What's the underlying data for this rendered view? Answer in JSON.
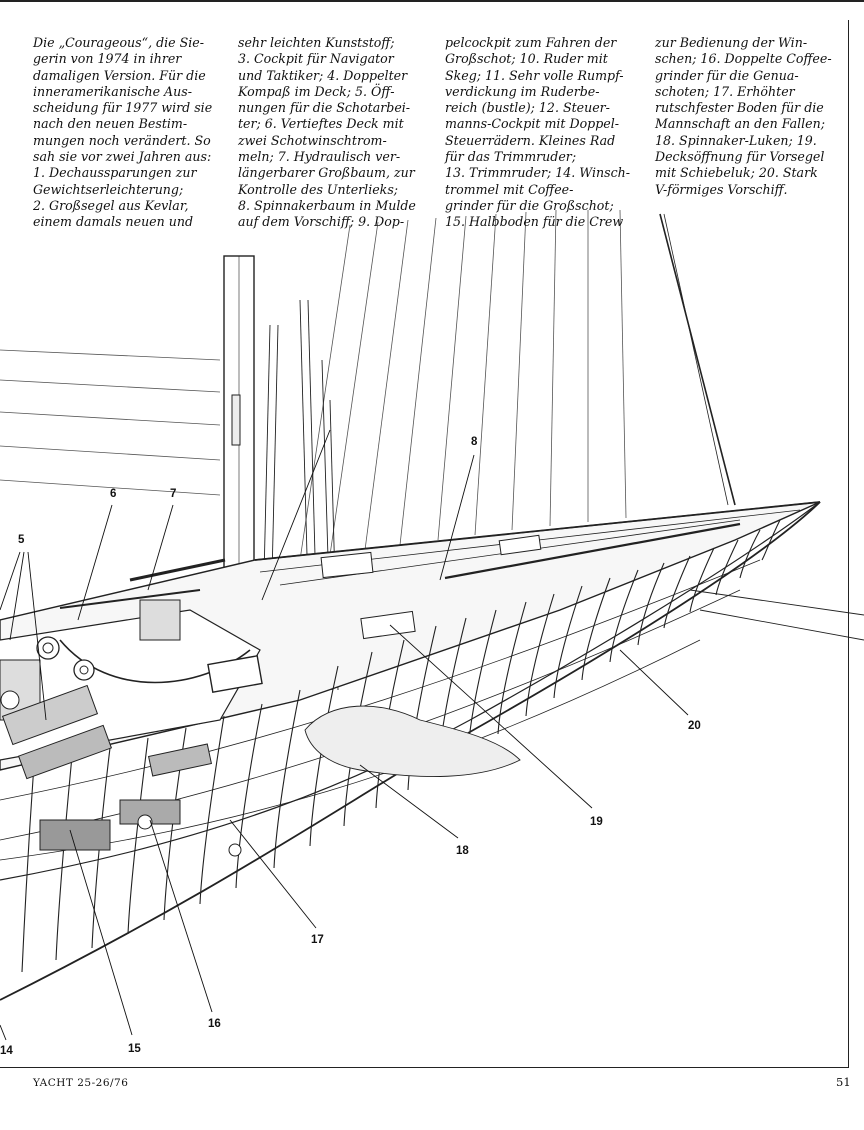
{
  "caption": {
    "col1": "Die „Courageous“, die Sie-\ngerin von 1974 in ihrer\ndamaligen Version. Für die\ninneramerikanische Aus-\nscheidung für 1977 wird sie\nnach den neuen Bestim-\nmungen noch verändert. So\nsah sie vor zwei Jahren aus:\n1. Dechaussparungen zur\nGewichtserleichterung;\n2. Großsegel aus Kevlar,\neinem damals neuen und",
    "col2": "sehr leichten Kunststoff;\n3. Cockpit für Navigator\nund Taktiker; 4. Doppelter\nKompaß im Deck; 5. Öff-\nnungen für die Schotarbei-\nter; 6. Vertieftes Deck mit\nzwei Schotwinschtrom-\nmeln; 7. Hydraulisch ver-\nlängerbarer Großbaum, zur\nKontrolle des Unterlieks;\n8. Spinnakerbaum in Mulde\nauf dem Vorschiff; 9. Dop-",
    "col3": "pelcockpit zum Fahren der\nGroßschot; 10. Ruder mit\nSkeg; 11. Sehr volle Rumpf-\nverdickung im Ruderbe-\nreich (bustle); 12. Steuer-\nmanns-Cockpit mit Doppel-\nSteuerrädern. Kleines Rad\nfür das Trimmruder;\n13. Trimmruder; 14. Winsch-\ntrommel mit Coffee-\ngrinder für die Großschot;\n15. Halbboden für die Crew",
    "col4": "zur Bedienung der Win-\nschen; 16. Doppelte Coffee-\ngrinder für die Genua-\nschoten; 17. Erhöhter\nrutschfester Boden für die\nMannschaft an den Fallen;\n18. Spinnaker-Luken; 19.\nDecksöffnung für Vorsegel\nmit Schiebeluk; 20. Stark\nV-förmiges Vorschiff."
  },
  "callouts": {
    "n5": "5",
    "n6": "6",
    "n7": "7",
    "n8": "8",
    "n14": "14",
    "n15": "15",
    "n16": "16",
    "n17": "17",
    "n18": "18",
    "n19": "19",
    "n20": "20"
  },
  "footer": {
    "magazine": "YACHT 25-26/76",
    "page_number": "51"
  }
}
